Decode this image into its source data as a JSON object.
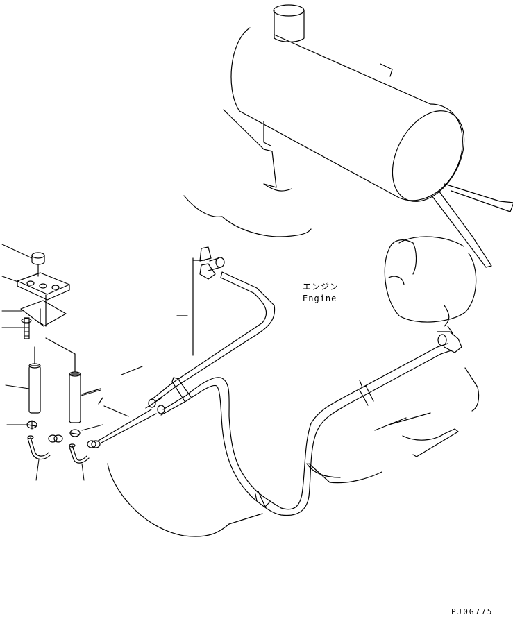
{
  "labels": {
    "engine_jp": "エンジン",
    "engine_en": "Engine",
    "drawing_code": "PJ0G775"
  },
  "colors": {
    "line": "#000000",
    "background": "#ffffff"
  }
}
